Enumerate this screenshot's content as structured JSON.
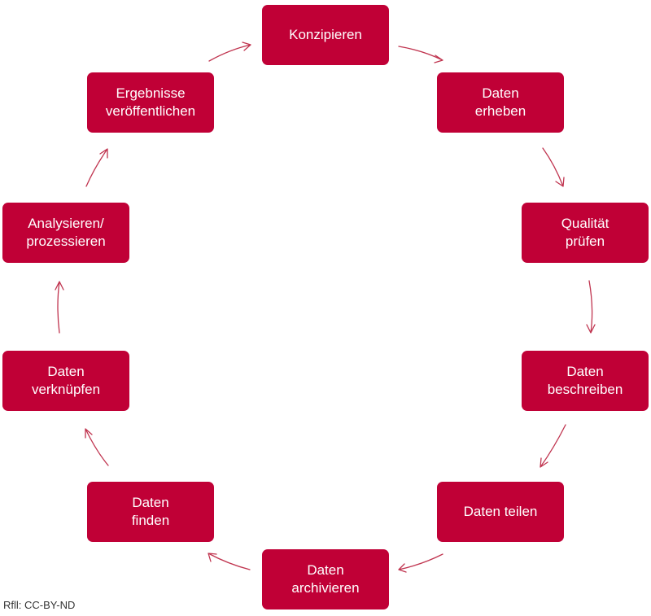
{
  "diagram": {
    "accent_color": "#c00036",
    "arrow_color": "#c0344f",
    "nodes": [
      {
        "line1": "Konzipieren",
        "line2": ""
      },
      {
        "line1": "Daten",
        "line2": "erheben"
      },
      {
        "line1": "Qualität",
        "line2": "prüfen"
      },
      {
        "line1": "Daten",
        "line2": "beschreiben"
      },
      {
        "line1": "Daten teilen",
        "line2": ""
      },
      {
        "line1": "Daten",
        "line2": "archivieren"
      },
      {
        "line1": "Daten",
        "line2": "finden"
      },
      {
        "line1": "Daten",
        "line2": "verknüpfen"
      },
      {
        "line1": "Analysieren/",
        "line2": "prozessieren"
      },
      {
        "line1": "Ergebnisse",
        "line2": "veröffentlichen"
      }
    ],
    "credit": "Rfll: CC-BY-ND"
  }
}
